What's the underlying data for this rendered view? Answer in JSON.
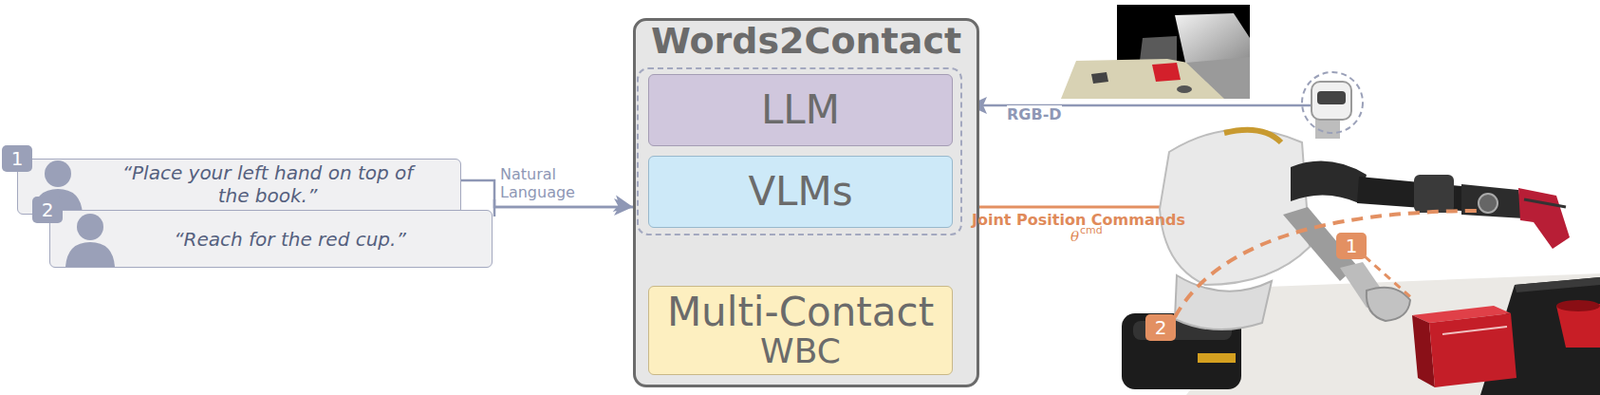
{
  "diagram": {
    "nodes": [
      {
        "text": [
          "“Place your left hand on top of the book.”"
        ]
      },
      {
        "text": [
          "“Reach for the red cup.”"
        ]
      },
      {
        "text": [
          "Words2Contact"
        ]
      },
      {
        "text": [
          "LLM"
        ],
        "in": 2
      },
      {
        "text": [
          "VLMs"
        ],
        "in": 2
      },
      {
        "text": [
          "Multi-Contact",
          "WBC"
        ],
        "in": 2
      }
    ],
    "edges": [
      {
        "from": 0,
        "to": 2,
        "arrow": "to"
      },
      {
        "from": 1,
        "to": 2,
        "label": "Natural Language",
        "arrow": "to"
      },
      {
        "from": 4,
        "to": 5,
        "arrow": "to"
      }
    ],
    "labels": [
      "1",
      "2",
      "RGB-D",
      "Joint Position Commands",
      "θ",
      "cmd",
      "1",
      "2"
    ]
  }
}
